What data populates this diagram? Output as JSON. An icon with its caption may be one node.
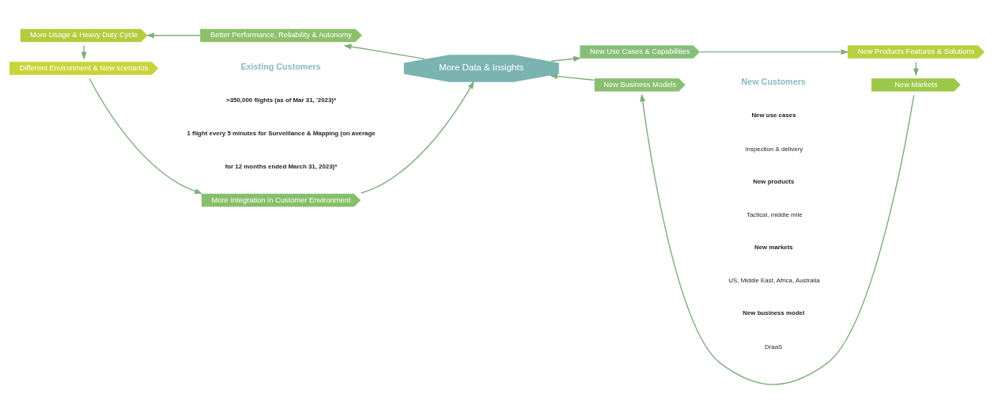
{
  "diagram": {
    "nodes": [
      {
        "text": [
          "Different Environment & New scenarios"
        ]
      },
      {
        "text": [
          "More Integration in Customer Environment"
        ]
      },
      {
        "text": [
          "More Data & Insights"
        ]
      },
      {
        "text": [
          "New Business Models"
        ]
      },
      {
        "text": [
          "New Markets"
        ]
      },
      {
        "text": [
          "New Products Features & Solutions"
        ]
      },
      {
        "text": [
          "New Use Cases & Capabilities"
        ]
      },
      {
        "text": [
          "Better Performance, Reliability & Autonomy"
        ]
      },
      {
        "text": [
          "More Usage & Heavy Duty Cycle"
        ]
      }
    ],
    "edges": [
      {
        "from": 0,
        "to": 1,
        "arrow": "to"
      },
      {
        "from": 1,
        "to": 2,
        "arrow": "to"
      },
      {
        "from": 2,
        "to": 6,
        "arrow": "to"
      },
      {
        "from": 6,
        "to": 5,
        "arrow": "to"
      },
      {
        "from": 5,
        "to": 4,
        "arrow": "to"
      },
      {
        "from": 4,
        "to": 3,
        "arrow": "to"
      },
      {
        "from": 3,
        "to": 2,
        "arrow": "to"
      },
      {
        "from": 2,
        "to": 7,
        "arrow": "to"
      },
      {
        "from": 7,
        "to": 8,
        "arrow": "to"
      },
      {
        "from": 8,
        "to": 0,
        "arrow": "to"
      }
    ],
    "labels": [
      "Existing Customers",
      ">350,000 flights (as of Mar 31, '2023)*",
      "1 flight every 5 minutes for Surveillance & Mapping (on average",
      "for 12 months ended March 31, 2023)*",
      "New Customers",
      "New use cases",
      "inspection & delivery",
      "New products",
      "Tactical, middle mile",
      "New markets",
      "US, Middle East, Africa, Australia",
      "New business model",
      "DraaS"
    ]
  }
}
